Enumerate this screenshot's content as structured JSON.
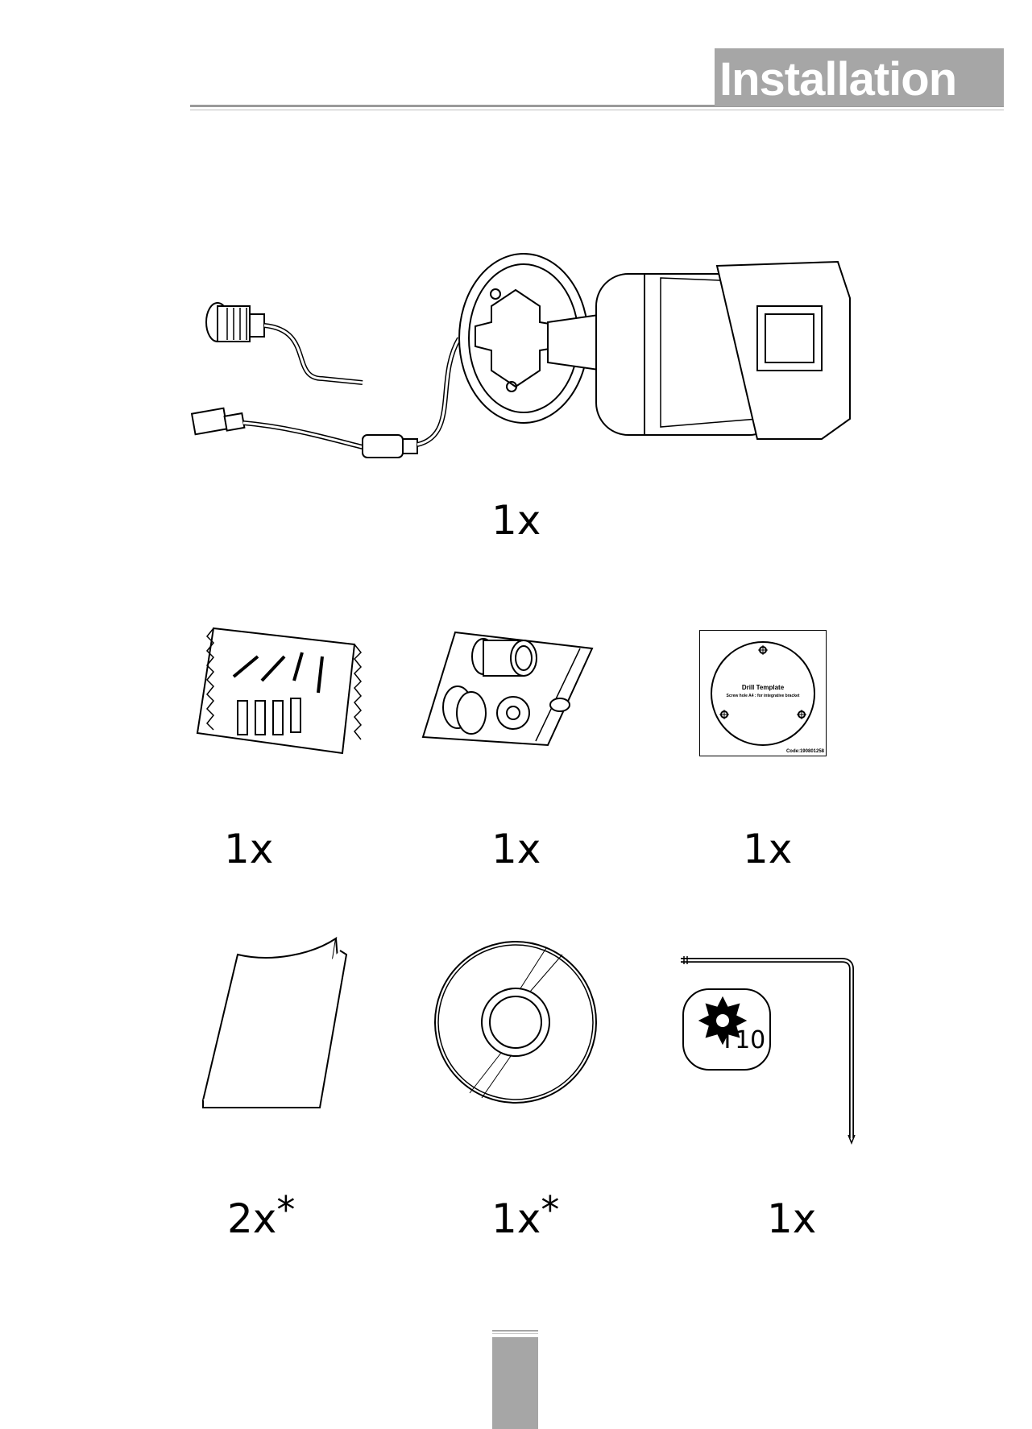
{
  "header": {
    "title": "Installation"
  },
  "items": [
    {
      "name": "camera",
      "quantity": "1x"
    },
    {
      "name": "screw-bag",
      "quantity": "1x"
    },
    {
      "name": "waterproof-kit",
      "quantity": "1x"
    },
    {
      "name": "drill-template",
      "quantity": "1x",
      "title": "Drill Template",
      "subtitle": "Screw hole A4 : for integrative bracket",
      "code": "Code:190801258"
    },
    {
      "name": "manual",
      "quantity": "2x",
      "mark": "*"
    },
    {
      "name": "disc",
      "quantity": "1x",
      "mark": "*"
    },
    {
      "name": "torx-wrench",
      "quantity": "1x",
      "label": "T10"
    }
  ]
}
